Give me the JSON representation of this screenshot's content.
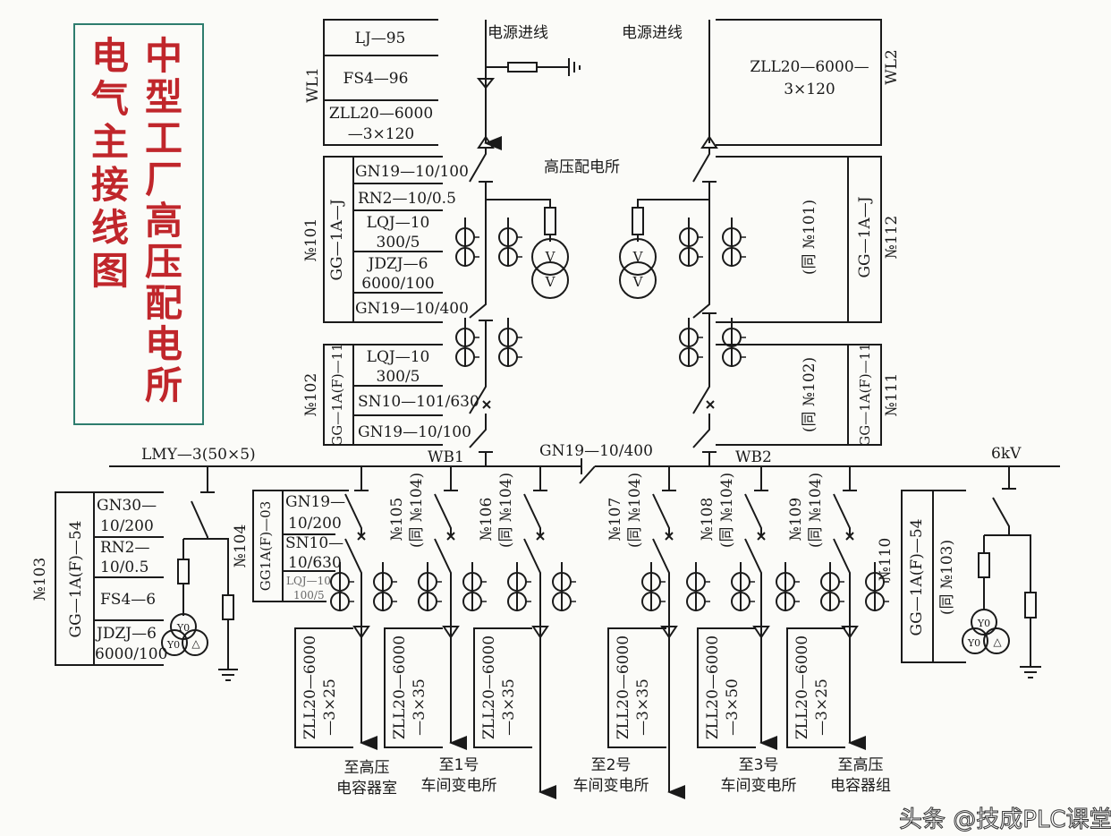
{
  "title": {
    "line1": "电气主接线图",
    "line2": "中型工厂高压配电所",
    "color": "#c0262b",
    "border_color": "#2e7d6e"
  },
  "incoming": {
    "left_label": "电源进线",
    "right_label": "电源进线",
    "station": "高压配电所"
  },
  "wl1": {
    "name": "WL1",
    "rows": [
      "LJ—95",
      "FS4—96",
      "ZLL20—6000",
      "—3×120"
    ]
  },
  "wl2": {
    "name": "WL2",
    "rows": [
      "ZLL20—6000—",
      "3×120"
    ]
  },
  "no101": {
    "name": "№101",
    "type": "GG—1A—J",
    "rows": [
      "GN19—10/100",
      "RN2—10/0.5",
      "LQJ—10",
      "300/5",
      "JDZJ—6",
      "6000/100",
      "GN19—10/400"
    ]
  },
  "no102": {
    "name": "№102",
    "type": "GG—1A(F)—11",
    "rows": [
      "LQJ—10",
      "300/5",
      "SN10—101/630",
      "GN19—10/100"
    ]
  },
  "no112": {
    "name": "№112",
    "type": "GG—1A—J",
    "same": "(同 №101)"
  },
  "no111": {
    "name": "№111",
    "type": "GG—1A(F)—11",
    "same": "(同 №102)"
  },
  "bus": {
    "busbar": "LMY—3(50×5)",
    "wb1": "WB1",
    "wb2": "WB2",
    "tie": "GN19—10/400",
    "voltage": "6kV"
  },
  "no103": {
    "name": "№103",
    "type": "GG—1A(F)—54",
    "rows": [
      "GN30—",
      "10/200",
      "RN2—",
      "10/0.5",
      "FS4—6",
      "JDZJ—6",
      "6000/100"
    ]
  },
  "no104": {
    "name": "№104",
    "type": "GG1A(F)—03",
    "rows": [
      "GN19—",
      "10/200",
      "SN10—",
      "10/630",
      "LQJ—10",
      "100/5"
    ]
  },
  "no110": {
    "name": "№110",
    "type": "GG—1A(F)—54",
    "same": "(同 №103)"
  },
  "pt_labels": {
    "y0": "Y0",
    "delta": "△",
    "v": "V"
  },
  "feeders": [
    {
      "name": "№105",
      "same": "(同 №104)"
    },
    {
      "name": "№106",
      "same": "(同 №104)"
    },
    {
      "name": "№107",
      "same": "(同 №104)"
    },
    {
      "name": "№108",
      "same": "(同 №104)"
    },
    {
      "name": "№109",
      "same": "(同 №104)"
    }
  ],
  "cables": [
    {
      "l1": "ZLL20—6000",
      "l2": "—3×25"
    },
    {
      "l1": "ZLL20—6000",
      "l2": "—3×35"
    },
    {
      "l1": "ZLL20—6000",
      "l2": "—3×35"
    },
    {
      "l1": "ZLL20—6000",
      "l2": "—3×35"
    },
    {
      "l1": "ZLL20—6000",
      "l2": "—3×50"
    },
    {
      "l1": "ZLL20—6000",
      "l2": "—3×25"
    }
  ],
  "destinations": [
    {
      "l1": "至高压",
      "l2": "电容器室"
    },
    {
      "l1": "至1号",
      "l2": "车间变电所"
    },
    {
      "l1": "至2号",
      "l2": "车间变电所"
    },
    {
      "l1": "至3号",
      "l2": "车间变电所"
    },
    {
      "l1": "至高压",
      "l2": "电容器组"
    }
  ],
  "watermark": "头条 @技成PLC课堂"
}
